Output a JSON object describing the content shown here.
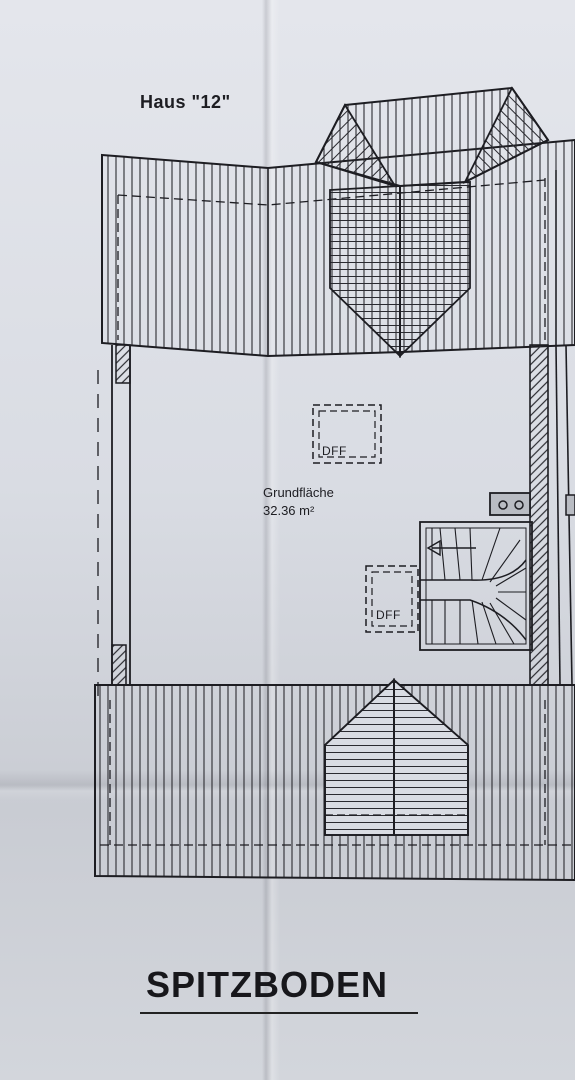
{
  "house_label": "Haus \"12\"",
  "area": {
    "label": "Grundfläche",
    "value": "32.36 m²"
  },
  "skylights": [
    {
      "label": "DFF"
    },
    {
      "label": "DFF"
    }
  ],
  "floor_title": "SPITZBODEN",
  "colors": {
    "paper": "#dde0e6",
    "ink": "#1d1d22"
  }
}
